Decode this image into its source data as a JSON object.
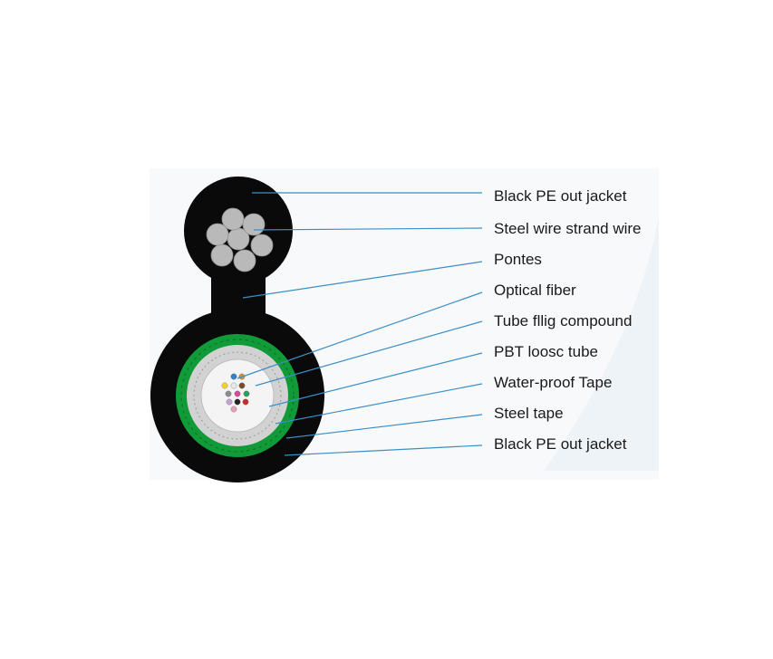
{
  "diagram": {
    "labels": [
      "Black PE out jacket",
      "Steel wire strand wire",
      "Pontes",
      "Optical fiber",
      "Tube fllig compound",
      "PBT loosc tube",
      "Water-proof Tape",
      "Steel tape",
      "Black PE out jacket"
    ],
    "colors": {
      "jacket": "#0a0a0a",
      "strand_wire": "#b9b9b9",
      "steel_tape": "#119b38",
      "water_proof_tape": "#cfcfcf",
      "loose_tube": "#f4f4f4",
      "leader_line": "#3b8fc6"
    },
    "fiber_colors": [
      "#2f7fc9",
      "#d98c3a",
      "#f0d22a",
      "#e9e9e9",
      "#7a4b2a",
      "#8c8c8c",
      "#d64a9c",
      "#2e9e5a",
      "#c8a0d8",
      "#222222",
      "#c92a2a",
      "#e8a0b8"
    ]
  }
}
